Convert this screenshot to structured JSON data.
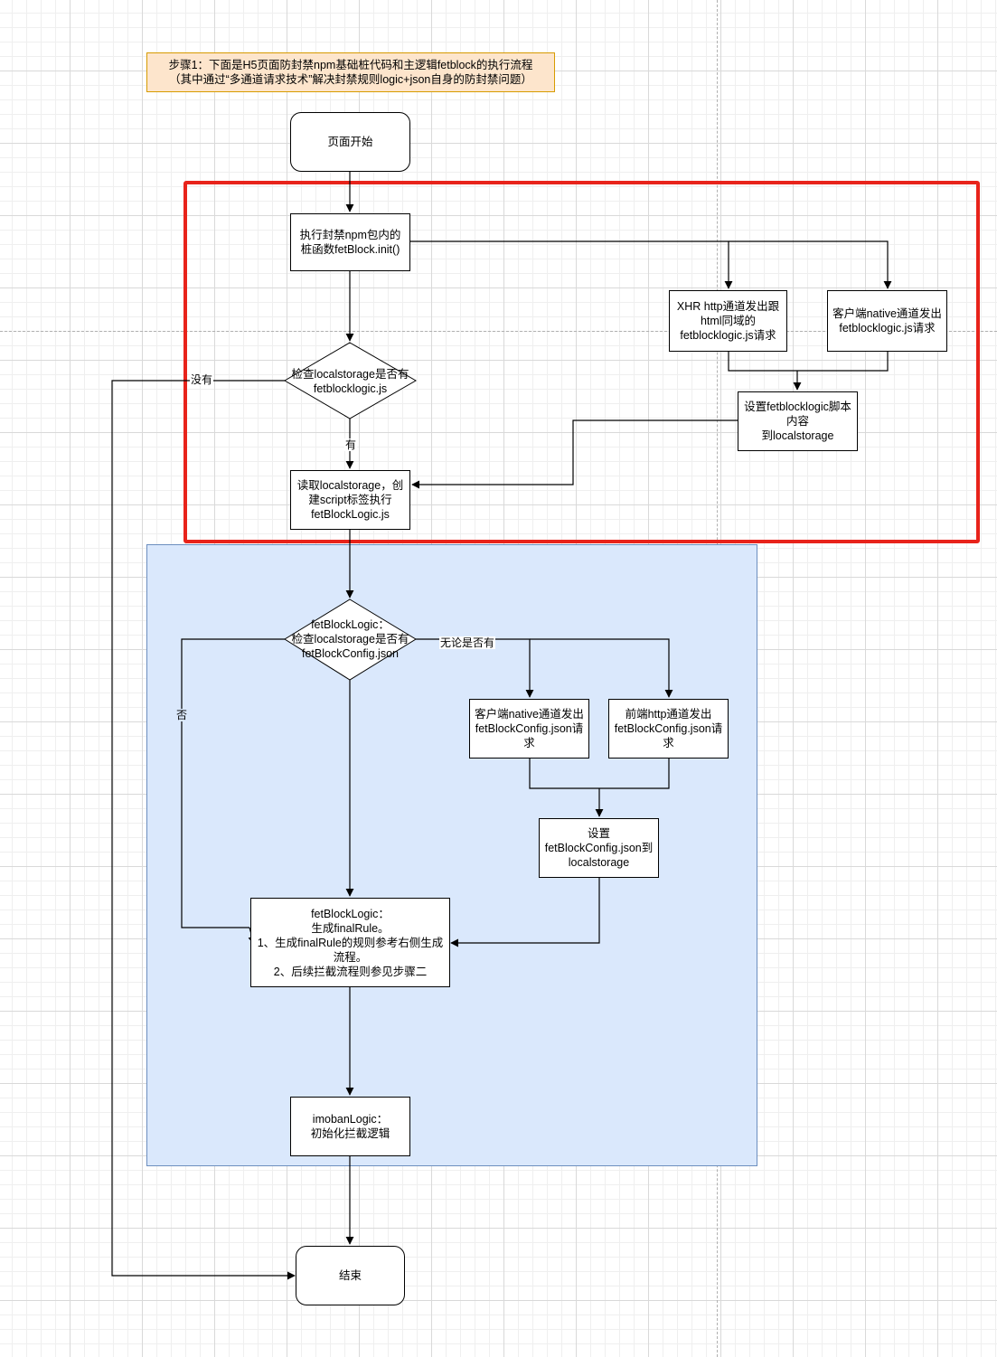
{
  "header": {
    "line1": "步骤1：下面是H5页面防封禁npm基础桩代码和主逻辑fetblock的执行流程",
    "line2": "（其中通过“多通道请求技术”解决封禁规则logic+json自身的防封禁问题）"
  },
  "nodes": {
    "start": "页面开始",
    "init": "执行封禁npm包内的\n桩函数fetBlock.init()",
    "check_logic": "检查localstorage是否有\nfetblocklogic.js",
    "xhr_request": "XHR http通道发出跟\nhtml同域的\nfetblocklogic.js请求",
    "native_request": "客户端native通道发出\nfetblocklogic.js请求",
    "set_logic": "设置fetblocklogic脚本\n内容\n到localstorage",
    "read_logic": "读取localstorage，创\n建script标签执行\nfetBlockLogic.js",
    "check_config": "fetBlockLogic：\n检查localstorage是否有\nfetBlockConfig.json",
    "native_config": "客户端native通道发出\nfetBlockConfig.json请\n求",
    "http_config": "前端http通道发出\nfetBlockConfig.json请\n求",
    "set_config": "设置\nfetBlockConfig.json到\nlocalstorage",
    "final_rule": "fetBlockLogic：\n生成finalRule。\n1、生成finalRule的规则参考右侧生成\n流程。\n2、后续拦截流程则参见步骤二",
    "imoban": "imobanLogic：\n初始化拦截逻辑",
    "end": "结束"
  },
  "edge_labels": {
    "no_logic": "没有",
    "has_logic": "有",
    "no_config": "否",
    "either": "无论是否有"
  },
  "colors": {
    "highlight_frame": "#e8231b",
    "region_fill": "#dae8fc",
    "region_border": "#6c8ebf",
    "note_fill": "#fde5cc",
    "note_border": "#d79b00"
  }
}
